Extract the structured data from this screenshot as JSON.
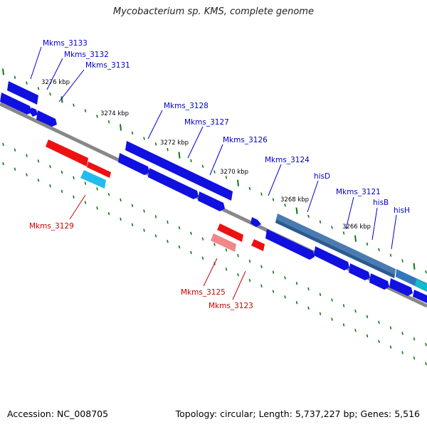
{
  "title": "Mycobacterium sp. KMS, complete genome",
  "footer": {
    "accession": "Accession: NC_008705",
    "summary": "Topology: circular; Length: 5,737,227 bp; Genes: 5,516"
  },
  "colors": {
    "forward": "#1010e0",
    "reverse": "#ee1111",
    "reverse_light": "#f08888",
    "cyan": "#22bbee",
    "steel": "#4a7ab0",
    "teal": "#11bbcc",
    "backbone": "#888888",
    "tick": "#117711",
    "forward_label": "#0000cc",
    "reverse_label": "#cc0000"
  },
  "scale_labels": [
    "3276 kbp",
    "3274 kbp",
    "3272 kbp",
    "3270 kbp",
    "3268 kbp",
    "3266 kbp"
  ],
  "forward_labels": [
    "Mkms_3133",
    "Mkms_3132",
    "Mkms_3131",
    "Mkms_3128",
    "Mkms_3127",
    "Mkms_3126",
    "Mkms_3124",
    "hisD",
    "Mkms_3121",
    "hisB",
    "hisH"
  ],
  "reverse_labels": [
    "Mkms_3129",
    "Mkms_3125",
    "Mkms_3123"
  ]
}
